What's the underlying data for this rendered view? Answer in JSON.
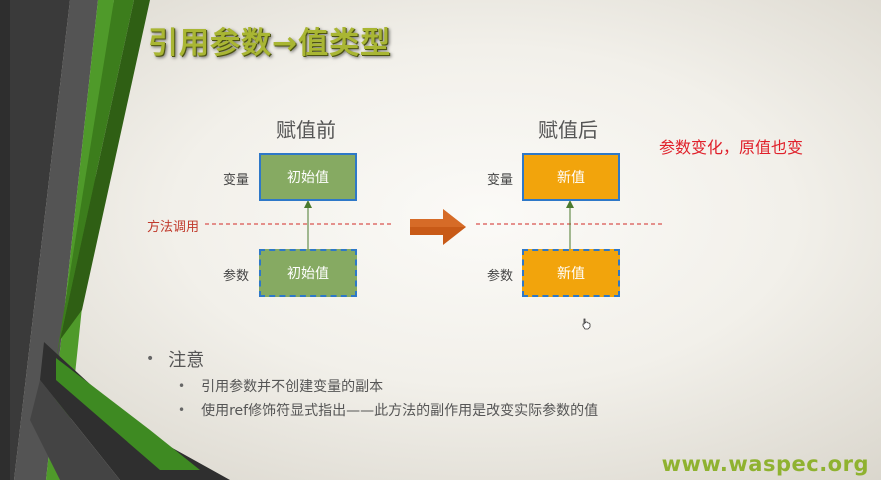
{
  "slide": {
    "title": "引用参数→值类型",
    "before_title": "赋值前",
    "after_title": "赋值后",
    "variable_label": "变量",
    "parameter_label": "参数",
    "method_call_label": "方法调用",
    "before_value": "初始值",
    "after_value": "新值",
    "annotation": "参数变化，原值也变",
    "notes": {
      "heading": "注意",
      "items": [
        "引用参数并不创建变量的副本",
        "使用ref修饰符显式指出——此方法的副作用是改变实际参数的值"
      ]
    },
    "footer": "www.waspec.org"
  },
  "colors": {
    "box_green": "#86aa62",
    "box_orange": "#f2a40c",
    "box_border": "#2e78c8",
    "arrow": "#c85a17",
    "dashed_line": "#d9534f",
    "title": "#a9b633",
    "footer": "#8fb230",
    "annotation": "#e0202a"
  },
  "icons": {
    "bullet": "bullet-icon",
    "transition_arrow": "right-arrow-icon",
    "cursor": "hand-cursor-icon"
  }
}
